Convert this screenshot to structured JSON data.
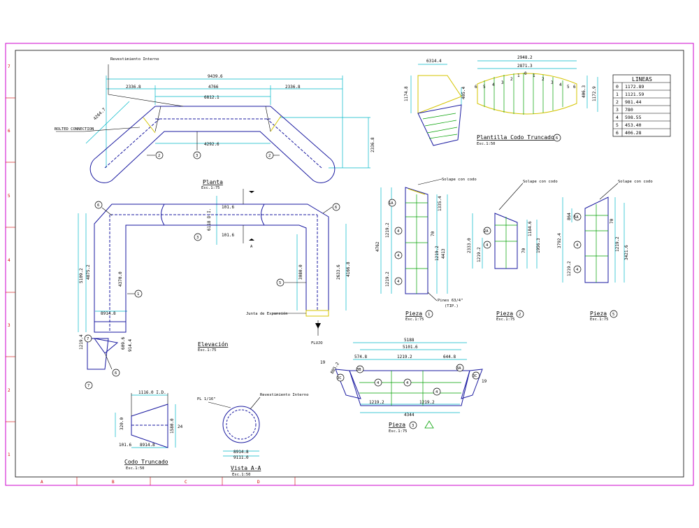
{
  "grid": {
    "rows": [
      "7",
      "6",
      "5",
      "4",
      "3",
      "2",
      "1"
    ],
    "cols": [
      "A",
      "B",
      "C",
      "D"
    ]
  },
  "lineas": {
    "title": "LINEAS",
    "rows": [
      {
        "n": "0",
        "v": "1172.89"
      },
      {
        "n": "1",
        "v": "1121.59"
      },
      {
        "n": "2",
        "v": "981.44"
      },
      {
        "n": "3",
        "v": "780"
      },
      {
        "n": "4",
        "v": "598.55"
      },
      {
        "n": "5",
        "v": "453.40"
      },
      {
        "n": "6",
        "v": "406.28"
      }
    ]
  },
  "planta": {
    "title": "Planta",
    "scale": "Esc.1:75",
    "dims": {
      "overall": "9439.6",
      "left": "2336.8",
      "mid": "4766",
      "right": "2336.8",
      "inner": "6812.1",
      "bottom": "4292.6",
      "diag": "4264.7",
      "height": "2336.8"
    },
    "labels": {
      "revestimiento": "Revestimiento Interno",
      "bolted": "BOLTED CONNECTION"
    },
    "callouts": [
      "2",
      "3",
      "2"
    ]
  },
  "elevacion": {
    "title": "Elevación",
    "scale": "Esc.1:75",
    "dims": {
      "d1": "101.6",
      "d2": "6118 D.I.",
      "d3": "101.6",
      "h1": "5109.2",
      "h2": "4875.2",
      "h3": "4370.0",
      "w1": "8914.8",
      "r1": "3080.0",
      "r2": "2633.6",
      "r3": "4166.8",
      "p1": "1219.4",
      "p2": "609.6",
      "p3": "914.4"
    },
    "labels": {
      "junta": "Junta de Expansión",
      "flujo": "FLUJO",
      "sectionA": "A"
    },
    "callouts": [
      "6",
      "6",
      "3",
      "1",
      "5",
      "7",
      "7",
      "6"
    ]
  },
  "codo": {
    "title": "Codo Truncado",
    "scale": "Esc.1:50",
    "dims": {
      "top": "1116.0 I.D.",
      "left": "320.0",
      "right": "1580.0",
      "base": "8914.8",
      "thk": "101.6",
      "n": "24"
    }
  },
  "vista": {
    "title": "Vista A-A",
    "scale": "Esc.1:50",
    "dims": {
      "pl": "PL 1/16\"",
      "rev": "Revestimiento Interno",
      "d1": "8914.8",
      "d2": "9111.0"
    }
  },
  "plantilla": {
    "title": "Plantilla Codo Truncado",
    "scale": "Esc.1:50",
    "dims": {
      "w1": "2948.2",
      "w2": "2871.3",
      "h": "1172.9",
      "sm": "6314.4",
      "sh": "1174.8",
      "sa": "405.4",
      "sh2": "406.3"
    },
    "nums": [
      "6",
      "5",
      "4",
      "3",
      "2",
      "1",
      "0",
      "1",
      "2",
      "3",
      "4",
      "5",
      "6"
    ],
    "callout": "6"
  },
  "pieza1": {
    "title": "Pieza",
    "scale": "Esc.1:75",
    "callout": "1",
    "dims": {
      "a": "4762",
      "b": "1219.2",
      "c": "4413",
      "d": "1219.2",
      "e": "1219.2",
      "f": "70",
      "g": "1335.4"
    },
    "labels": {
      "solape": "Solape con codo",
      "pines": "Pines 63/4\"",
      "tip": "(TIP.)"
    },
    "tags": [
      "1A",
      "4",
      "4",
      "4"
    ]
  },
  "pieza2": {
    "title": "Pieza",
    "scale": "Esc.1:75",
    "callout": "2",
    "dims": {
      "a": "2333.0",
      "b": "1219.2",
      "c": "1184.6",
      "d": "70",
      "e": "1956.3"
    },
    "labels": {
      "solape": "Solape con codo"
    },
    "tags": [
      "2A",
      "4"
    ]
  },
  "pieza5": {
    "title": "Pieza",
    "scale": "Esc.1:75",
    "callout": "5",
    "dims": {
      "a": "3792.4",
      "b": "864",
      "c": "1219.2",
      "d": "3421.6",
      "e": "1219.2",
      "f": "70"
    },
    "labels": {
      "solape": "Solape con codo"
    },
    "tags": [
      "5A",
      "4",
      "4"
    ]
  },
  "pieza3": {
    "title": "Pieza",
    "scale": "Esc.1:75",
    "callout": "3",
    "dims": {
      "top": "5188",
      "top2": "5101.6",
      "l1": "574.8",
      "mid": "1219.2",
      "r1": "644.8",
      "b1": "1219.2",
      "b2": "1219.2",
      "bottom": "4344",
      "ang1": "19",
      "ang2": "19",
      "side": "885.2"
    },
    "tags": [
      "3B",
      "3C",
      "4",
      "4",
      "4",
      "3A",
      "3C"
    ]
  }
}
